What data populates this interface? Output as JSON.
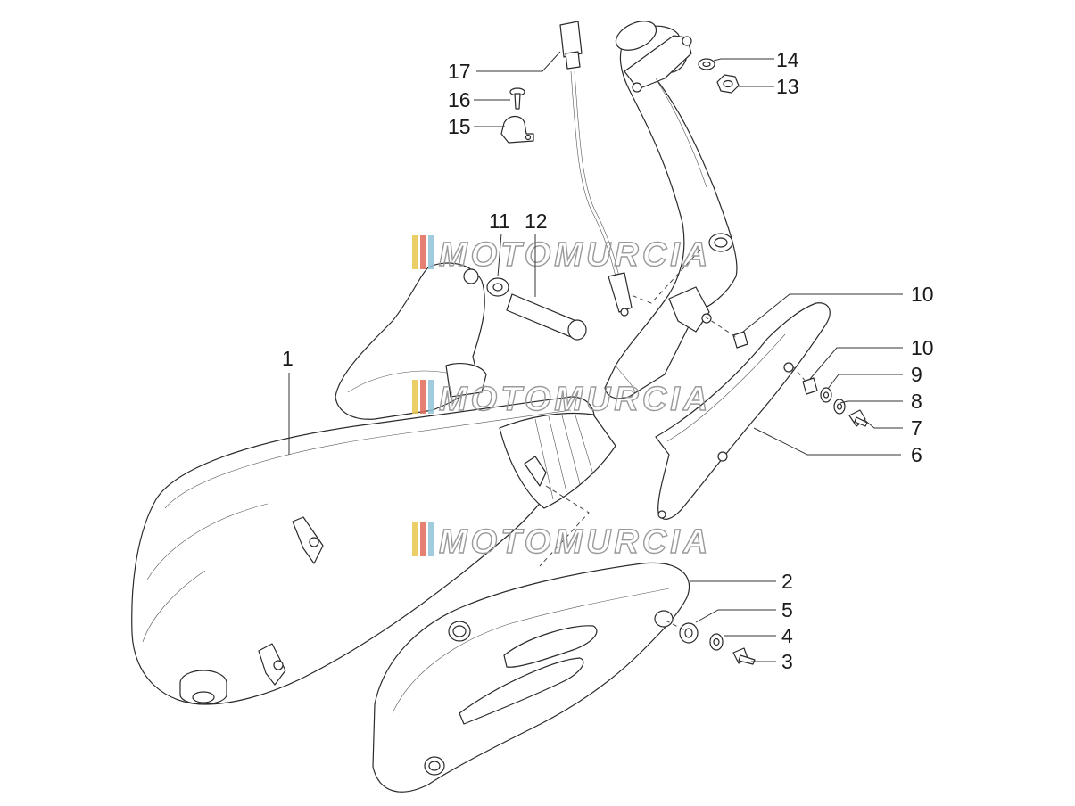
{
  "parts": [
    {
      "num": "1"
    },
    {
      "num": "2"
    },
    {
      "num": "3"
    },
    {
      "num": "4"
    },
    {
      "num": "5"
    },
    {
      "num": "6"
    },
    {
      "num": "7"
    },
    {
      "num": "8"
    },
    {
      "num": "9"
    },
    {
      "num": "10"
    },
    {
      "num": "10"
    },
    {
      "num": "11"
    },
    {
      "num": "12"
    },
    {
      "num": "13"
    },
    {
      "num": "14"
    },
    {
      "num": "15"
    },
    {
      "num": "16"
    },
    {
      "num": "17"
    }
  ],
  "watermark": {
    "text": "MOTOMURCIA",
    "colors": [
      "#e8c64a",
      "#e06a5a",
      "#8fc3d8"
    ]
  }
}
